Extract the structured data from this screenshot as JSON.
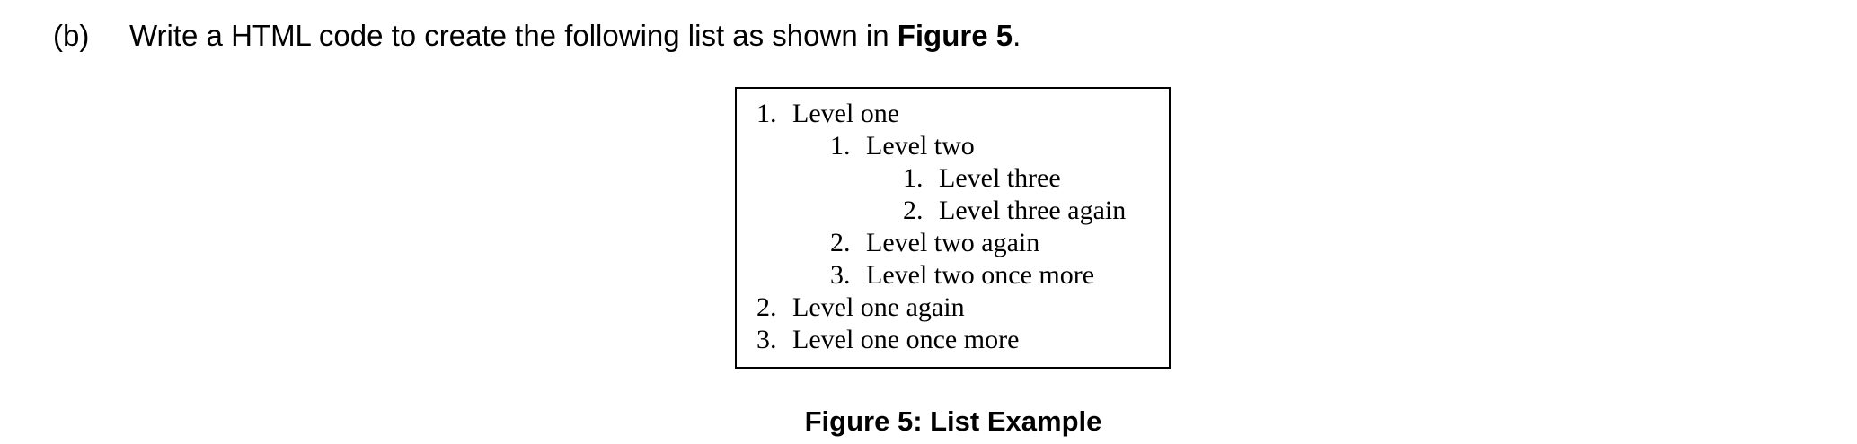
{
  "question": {
    "label": "(b)",
    "text_before": "Write a HTML code to create the following list as shown in ",
    "text_bold": "Figure 5",
    "text_after": "."
  },
  "figure": {
    "items": [
      {
        "number": "1.",
        "text": "Level one"
      },
      {
        "number": "1.",
        "text": "Level two"
      },
      {
        "number": "1.",
        "text": "Level three"
      },
      {
        "number": "2.",
        "text": "Level three again"
      },
      {
        "number": "2.",
        "text": "Level two again"
      },
      {
        "number": "3.",
        "text": "Level two once more"
      },
      {
        "number": "2.",
        "text": "Level one again"
      },
      {
        "number": "3.",
        "text": "Level one once more"
      }
    ],
    "caption": "Figure 5: List Example"
  }
}
